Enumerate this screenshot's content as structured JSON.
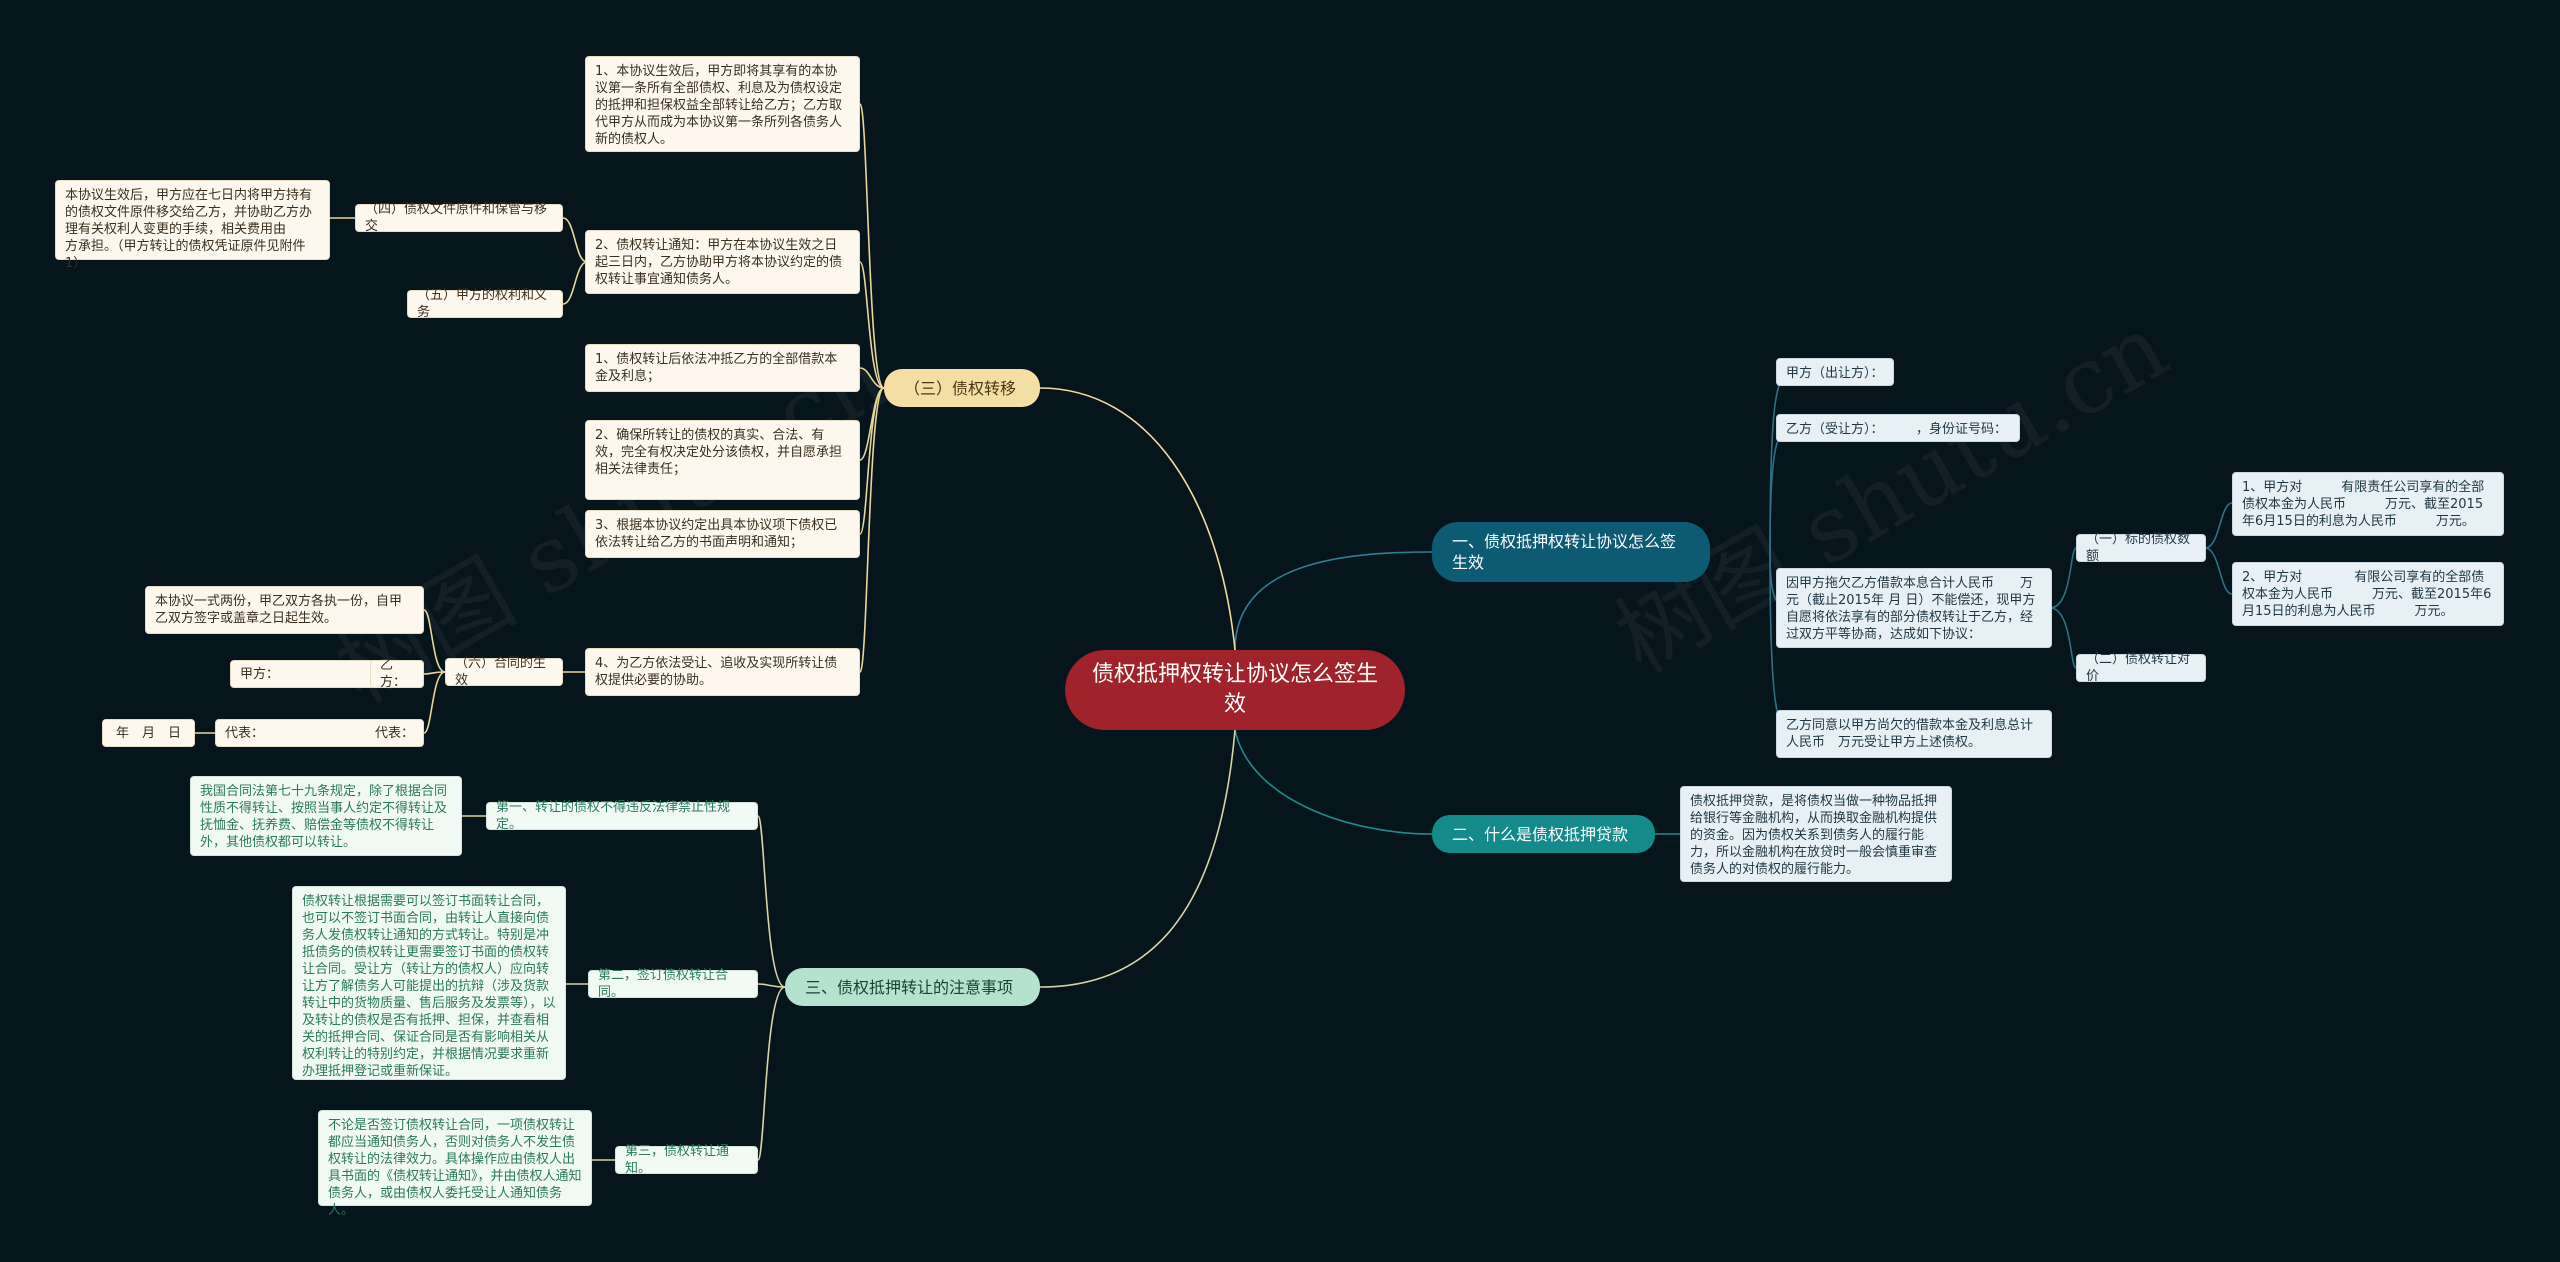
{
  "watermark": "树图 shutu.cn",
  "center": "债权抵押权转让协议怎么签生效",
  "branch1": {
    "title": "一、债权抵押权转让协议怎么签生效",
    "party_a": "甲方（出让方）：",
    "party_b": "乙方（受让方）：　　　，身份证号码：",
    "intro": "因甲方拖欠乙方借款本息合计人民币　　万元（截止2015年 月 日）不能偿还，现甲方自愿将依法享有的部分债权转让于乙方，经过双方平等协商，达成如下协议：",
    "subject": "（一）标的债权数额",
    "subject_item1": "1、甲方对　　　有限责任公司享有的全部债权本金为人民币　　　万元、截至2015年6月15日的利息为人民币　　　万元。",
    "subject_item2": "2、甲方对　　　　有限公司享有的全部债权本金为人民币　　　万元、截至2015年6月15日的利息为人民币　　　万元。",
    "price": "（二）债权转让对价",
    "agree": "乙方同意以甲方尚欠的借款本金及利息总计人民币　万元受让甲方上述债权。"
  },
  "branch2": {
    "title": "二、什么是债权抵押贷款",
    "desc": "债权抵押贷款，是将债权当做一种物品抵押给银行等金融机构，从而换取金融机构提供的资金。因为债权关系到债务人的履行能力，所以金融机构在放贷时一般会慎重审查债务人的对债权的履行能力。"
  },
  "branch3": {
    "title": "三、债权抵押转让的注意事项",
    "item1_label": "第一、转让的债权不得违反法律禁止性规定。",
    "item1_text": "我国合同法第七十九条规定，除了根据合同性质不得转让、按照当事人约定不得转让及抚恤金、抚养费、赔偿金等债权不得转让外，其他债权都可以转让。",
    "item2_label": "第二，签订债权转让合同。",
    "item2_text": "债权转让根据需要可以签订书面转让合同，也可以不签订书面合同，由转让人直接向债务人发债权转让通知的方式转让。特别是冲抵债务的债权转让更需要签订书面的债权转让合同。受让方（转让方的债权人）应向转让方了解债务人可能提出的抗辩（涉及货款转让中的货物质量、售后服务及发票等），以及转让的债权是否有抵押、担保，并查看相关的抵押合同、保证合同是否有影响相关从权利转让的特别约定，并根据情况要求重新办理抵押登记或重新保证。",
    "item3_label": "第三，债权转让通知。",
    "item3_text": "不论是否签订债权转让合同，一项债权转让都应当通知债务人，否则对债务人不发生债权转让的法律效力。具体操作应由债权人出具书面的《债权转让通知》，并由债权人通知债务人，或由债权人委托受让人通知债务人。"
  },
  "branch4": {
    "title": "（三）债权转移",
    "c1": "1、本协议生效后，甲方即将其享有的本协议第一条所有全部债权、利息及为债权设定的抵押和担保权益全部转让给乙方；乙方取代甲方从而成为本协议第一条所列各债务人新的债权人。",
    "c2": "2、债权转让通知：甲方在本协议生效之日起三日内，乙方协助甲方将本协议约定的债权转让事宜通知债务人。",
    "c3": "1、债权转让后依法冲抵乙方的全部借款本金及利息；",
    "c4": "2、确保所转让的债权的真实、合法、有效，完全有权决定处分该债权，并自愿承担相关法律责任；",
    "c5": "3、根据本协议约定出具本协议项下债权已依法转让给乙方的书面声明和通知；",
    "c6": "4、为乙方依法受让、追收及实现所转让债权提供必要的协助。",
    "s4": "（四）债权文件原件和保管与移交",
    "s4_text": "本协议生效后，甲方应在七日内将甲方持有的债权文件原件移交给乙方，并协助乙方办理有关权利人变更的手续，相关费用由　　方承担。（甲方转让的债权凭证原件见附件1）",
    "s5": "（五）甲方的权利和义务",
    "s6": "（六）合同的生效",
    "s6_text": "本协议一式两份，甲乙双方各执一份，自甲乙双方签字或盖章之日起生效。",
    "sig_a": "甲方：",
    "sig_b": "乙方：",
    "rep_a": "代表：",
    "rep_b": "代表：",
    "date": "年　月　日"
  }
}
